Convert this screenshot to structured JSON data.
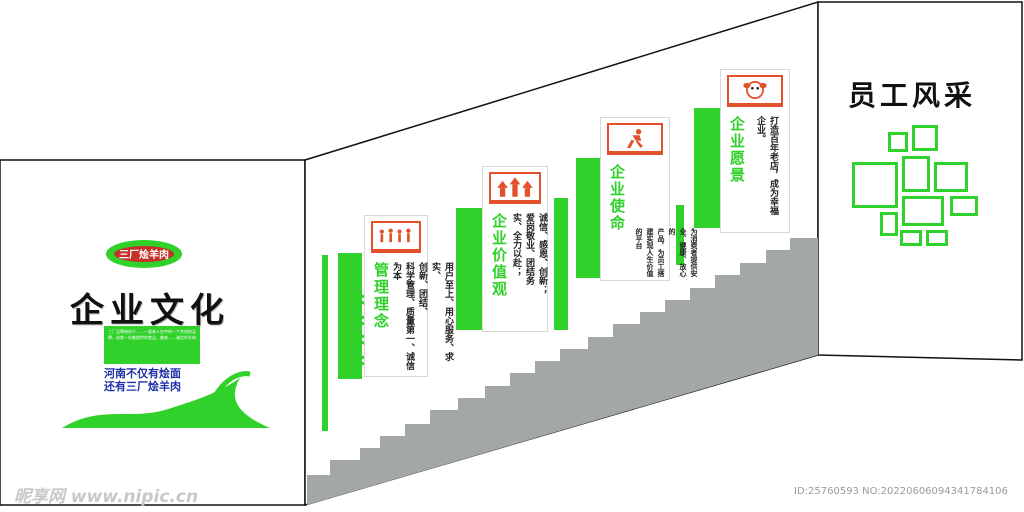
{
  "left_wall": {
    "brand": "三厂烩羊肉",
    "culture_title": "企业文化",
    "intro": "三厂品牌始创于……一般来人在中的一个共创的品牌，成就一份着提供的食品，美味……诚信的羊肉",
    "slogan_line1": "河南不仅有烩面",
    "slogan_line2": "还有三厂烩羊肉"
  },
  "right_wall": {
    "title": "员工风采"
  },
  "panels": [
    {
      "heading": "管理理念",
      "body": [
        "用户至上、用心服务、求实、",
        "创新、团结、",
        "科学管理、质量第一、诚信为本"
      ]
    },
    {
      "heading": "企业价值观",
      "body": [
        "诚信、感恩、创新；",
        "爱岗敬业、团结务",
        "实、全力以赴；"
      ]
    },
    {
      "heading": "企业使命",
      "body": [
        "为消费者提供安全、健康、放心的",
        "产品，为员工搭建实现人生价值的平台"
      ]
    },
    {
      "heading": "企业愿景",
      "body": [
        "打造百年老店，成为幸福",
        "企业。"
      ]
    }
  ],
  "watermark": {
    "logo": "昵享网 www.nipic.cn",
    "id": "ID:25760593 NO:20220606094341784106"
  },
  "colors": {
    "accent_green": "#2fd12a",
    "accent_orange": "#e2512b",
    "stair_gray": "#a3a7a8"
  }
}
